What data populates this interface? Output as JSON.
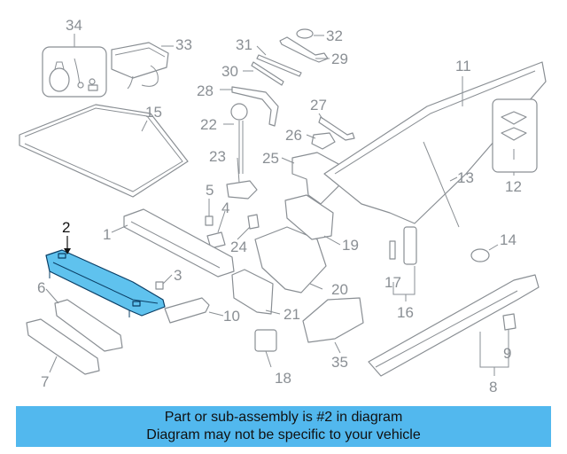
{
  "diagram": {
    "callouts": [
      "1",
      "2",
      "3",
      "4",
      "5",
      "6",
      "7",
      "8",
      "9",
      "10",
      "11",
      "12",
      "13",
      "14",
      "15",
      "16",
      "17",
      "18",
      "19",
      "20",
      "21",
      "22",
      "23",
      "24",
      "25",
      "26",
      "27",
      "28",
      "29",
      "30",
      "31",
      "32",
      "33",
      "34",
      "35"
    ],
    "highlighted_part": "2",
    "highlight_color": "#5fc2ee",
    "line_color": "#8a8f94"
  },
  "footer": {
    "line1": "Part or sub-assembly is #2 in diagram",
    "line2": "Diagram may not be specific to your vehicle",
    "background": "#52b8ee"
  }
}
